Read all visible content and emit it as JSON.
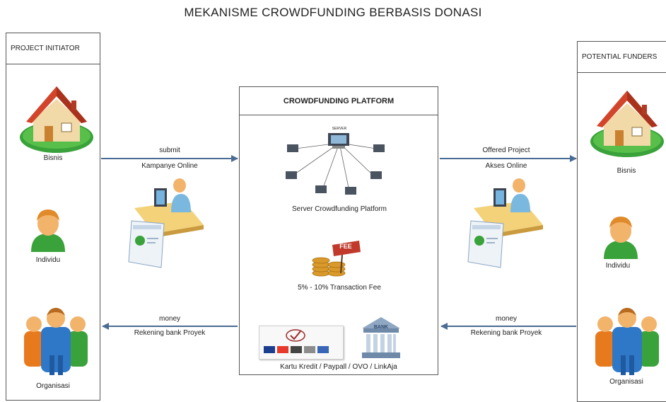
{
  "title": "MEKANISME CROWDFUNDING BERBASIS DONASI",
  "left_panel": {
    "header": "PROJECT INITIATOR",
    "items": [
      "Bisnis",
      "Individu",
      "Organisasi"
    ]
  },
  "right_panel": {
    "header": "POTENTIAL FUNDERS",
    "items": [
      "Bisnis",
      "Individu",
      "Organisasi"
    ]
  },
  "center_panel": {
    "header": "CROWDFUNDING PLATFORM",
    "server_tag": "SERVER",
    "server_caption": "Server Crowdfunding Platform",
    "fee_tag": "FEE",
    "fee_caption": "5% - 10% Transaction Fee",
    "bank_sign": "BANK",
    "payment_caption": "Kartu Kredit / Paypall / OVO / LinkAja"
  },
  "arrows": {
    "top_left": {
      "line1": "submit",
      "line2": "Kampanye Online"
    },
    "top_right": {
      "line1": "Offered Project",
      "line2": "Akses Online"
    },
    "bottom_left": {
      "line1": "money",
      "line2": "Rekening bank Proyek"
    },
    "bottom_right": {
      "line1": "money",
      "line2": "Rekening bank Proyek"
    }
  },
  "colors": {
    "arrow": "#4a6b93",
    "house_roof": "#d2452b",
    "grass": "#3aa23a",
    "skin": "#f2b36b",
    "shirt_green": "#3aa23a",
    "shirt_blue": "#2f78c8",
    "shirt_orange": "#e87a1e"
  }
}
